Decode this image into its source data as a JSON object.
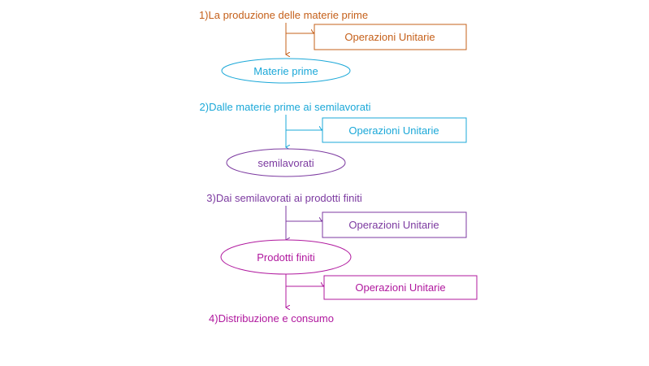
{
  "colors": {
    "stage1": "#c5601a",
    "stage2": "#1ba8d8",
    "stage3": "#7c3aa0",
    "stage4": "#b0189e"
  },
  "steps": {
    "step1": "1)La produzione delle materie prime",
    "step2": "2)Dalle materie prime ai semilavorati",
    "step3": "3)Dai semilavorati ai prodotti finiti",
    "step4": "4)Distribuzione e consumo"
  },
  "products": {
    "materie_prime": "Materie prime",
    "semilavorati": "semilavorati",
    "prodotti_finiti": "Prodotti finiti"
  },
  "operations": {
    "op1": "Operazioni Unitarie",
    "op2": "Operazioni Unitarie",
    "op3": "Operazioni Unitarie",
    "op4": "Operazioni Unitarie"
  }
}
